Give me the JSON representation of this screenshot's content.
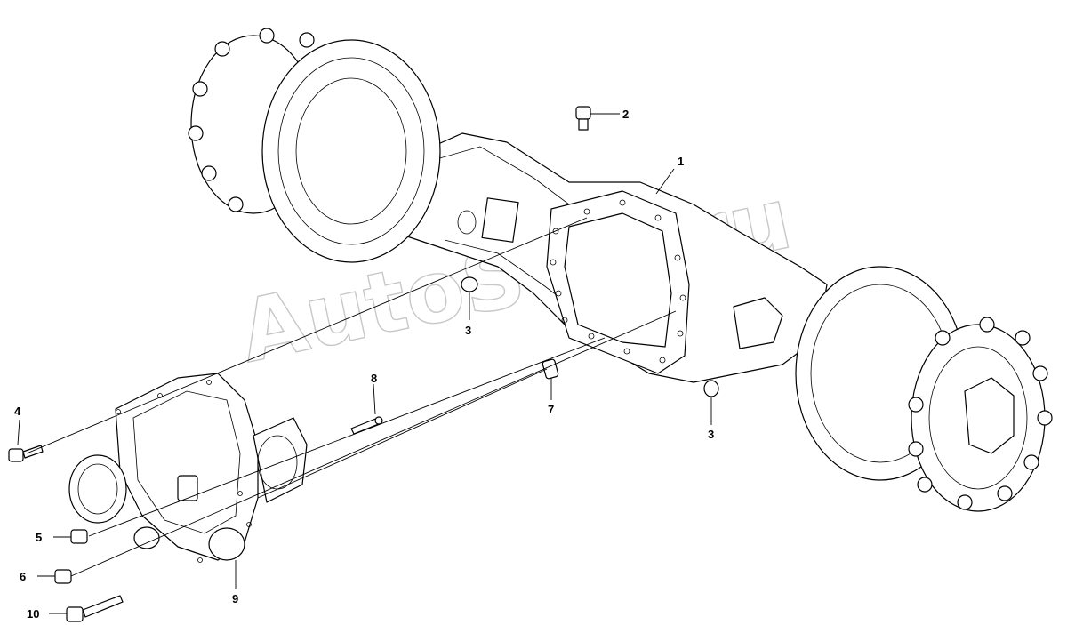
{
  "watermark": "AutoSoft.ru",
  "callouts": [
    {
      "id": "c1",
      "label": "1"
    },
    {
      "id": "c2",
      "label": "2"
    },
    {
      "id": "c3a",
      "label": "3"
    },
    {
      "id": "c3b",
      "label": "3"
    },
    {
      "id": "c4",
      "label": "4"
    },
    {
      "id": "c5",
      "label": "5"
    },
    {
      "id": "c6",
      "label": "6"
    },
    {
      "id": "c7",
      "label": "7"
    },
    {
      "id": "c8",
      "label": "8"
    },
    {
      "id": "c9",
      "label": "9"
    },
    {
      "id": "c10",
      "label": "10"
    }
  ]
}
